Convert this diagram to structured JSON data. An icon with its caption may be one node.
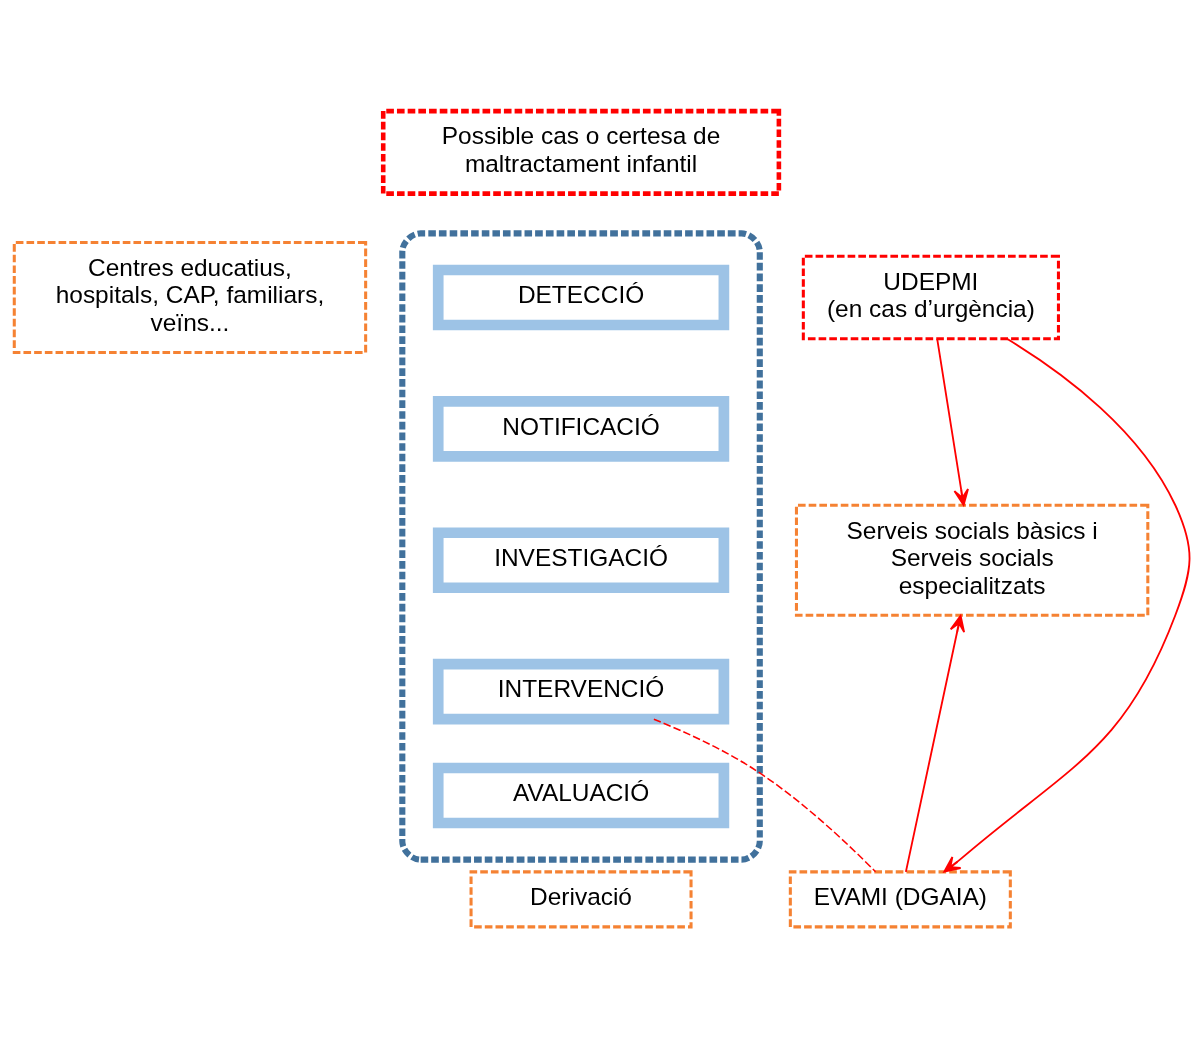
{
  "diagram": {
    "nodes": [
      {
        "text": [
          "Possible cas o certesa de maltractament infantil"
        ]
      },
      {
        "text": [],
        "shape": "box"
      },
      {
        "text": [
          "DETECCIÓ"
        ],
        "in": 1
      },
      {
        "text": [
          "NOTIFICACIÓ"
        ],
        "in": 1
      },
      {
        "text": [
          "INVESTIGACIÓ"
        ],
        "in": 1
      },
      {
        "text": [
          "INTERVENCIÓ"
        ],
        "in": 1
      },
      {
        "text": [
          "AVALUACIÓ"
        ],
        "in": 1
      },
      {
        "text": [
          "Centres educatius, hospitals, CAP, familiars, veïns..."
        ]
      },
      {
        "text": [
          "Serveis socials bàsics i Serveis socials especialitzats"
        ]
      },
      {
        "text": [
          "UDEPMI",
          "(en cas d’urgència)"
        ]
      },
      {
        "text": [
          "Derivació"
        ]
      },
      {
        "text": [
          "EVAMI (DGAIA)"
        ]
      }
    ],
    "edges": [
      {
        "from": 9,
        "to": 8,
        "arrow": "to"
      },
      {
        "from": 9,
        "to": 11,
        "arrow": "to"
      },
      {
        "from": 11,
        "to": 8,
        "arrow": "to"
      },
      {
        "from": 5,
        "to": 11,
        "arrow": "none",
        "style": "dashed"
      }
    ]
  }
}
